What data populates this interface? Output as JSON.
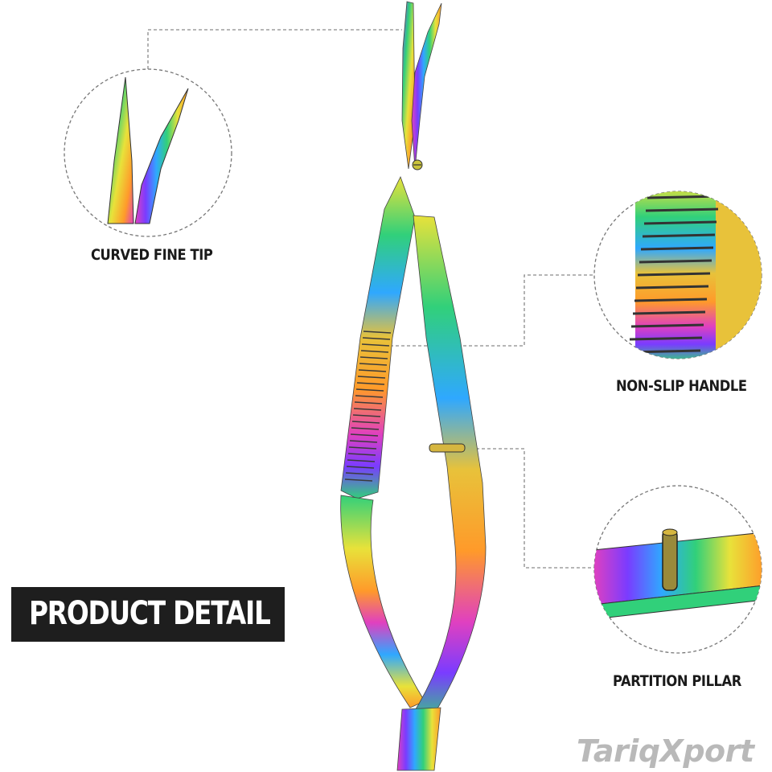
{
  "labels": {
    "tip": "CURVED FINE TIP",
    "handle": "NON-SLIP HANDLE",
    "pillar": "PARTITION PILLAR"
  },
  "banner": {
    "text": "PRODUCT DETAIL"
  },
  "watermark": {
    "text": "TariqXport"
  },
  "colors": {
    "background": "#ffffff",
    "banner_bg": "#1e1e1e",
    "banner_text": "#ffffff",
    "label_text": "#1a1a1a",
    "dashed_line": "#8a8a8a",
    "watermark": "#b9b9b9",
    "rainbow": [
      "#e040c0",
      "#7a3cff",
      "#2fa8ff",
      "#31d07a",
      "#e8e23a",
      "#ff9a2a"
    ]
  }
}
